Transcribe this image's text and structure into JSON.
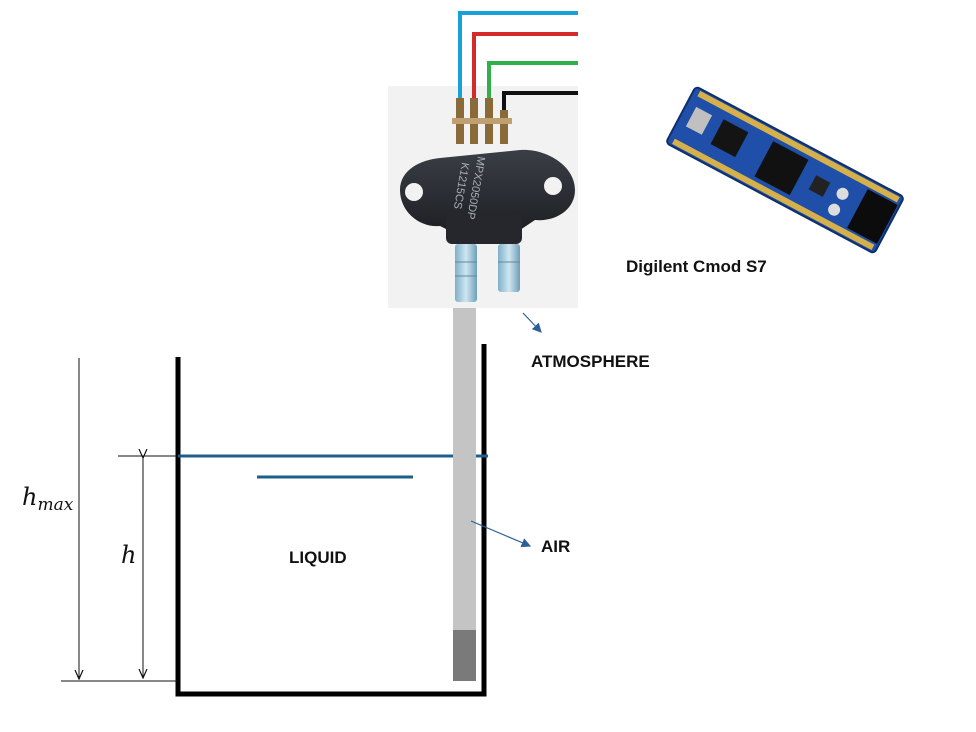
{
  "labels": {
    "board": "Digilent Cmod S7",
    "atmosphere": "ATMOSPHERE",
    "air": "AIR",
    "liquid": "LIQUID",
    "h": "h",
    "hmax_base": "h",
    "hmax_sub": "max"
  },
  "sensor": {
    "marking_line1": "MPX2050DP",
    "marking_line2": "K1215CS"
  },
  "colors": {
    "wire_blue": "#1aa0d8",
    "wire_red": "#d42a2a",
    "wire_green": "#2fb04a",
    "wire_black": "#111111",
    "liquid_surface": "#1d5f8a",
    "arrow": "#2e5f99",
    "tube": "#c4c4c4",
    "tube_bottom": "#7a7a7a",
    "board_pcb": "#1f4fa8",
    "sensor_body": "#2a2d33"
  }
}
